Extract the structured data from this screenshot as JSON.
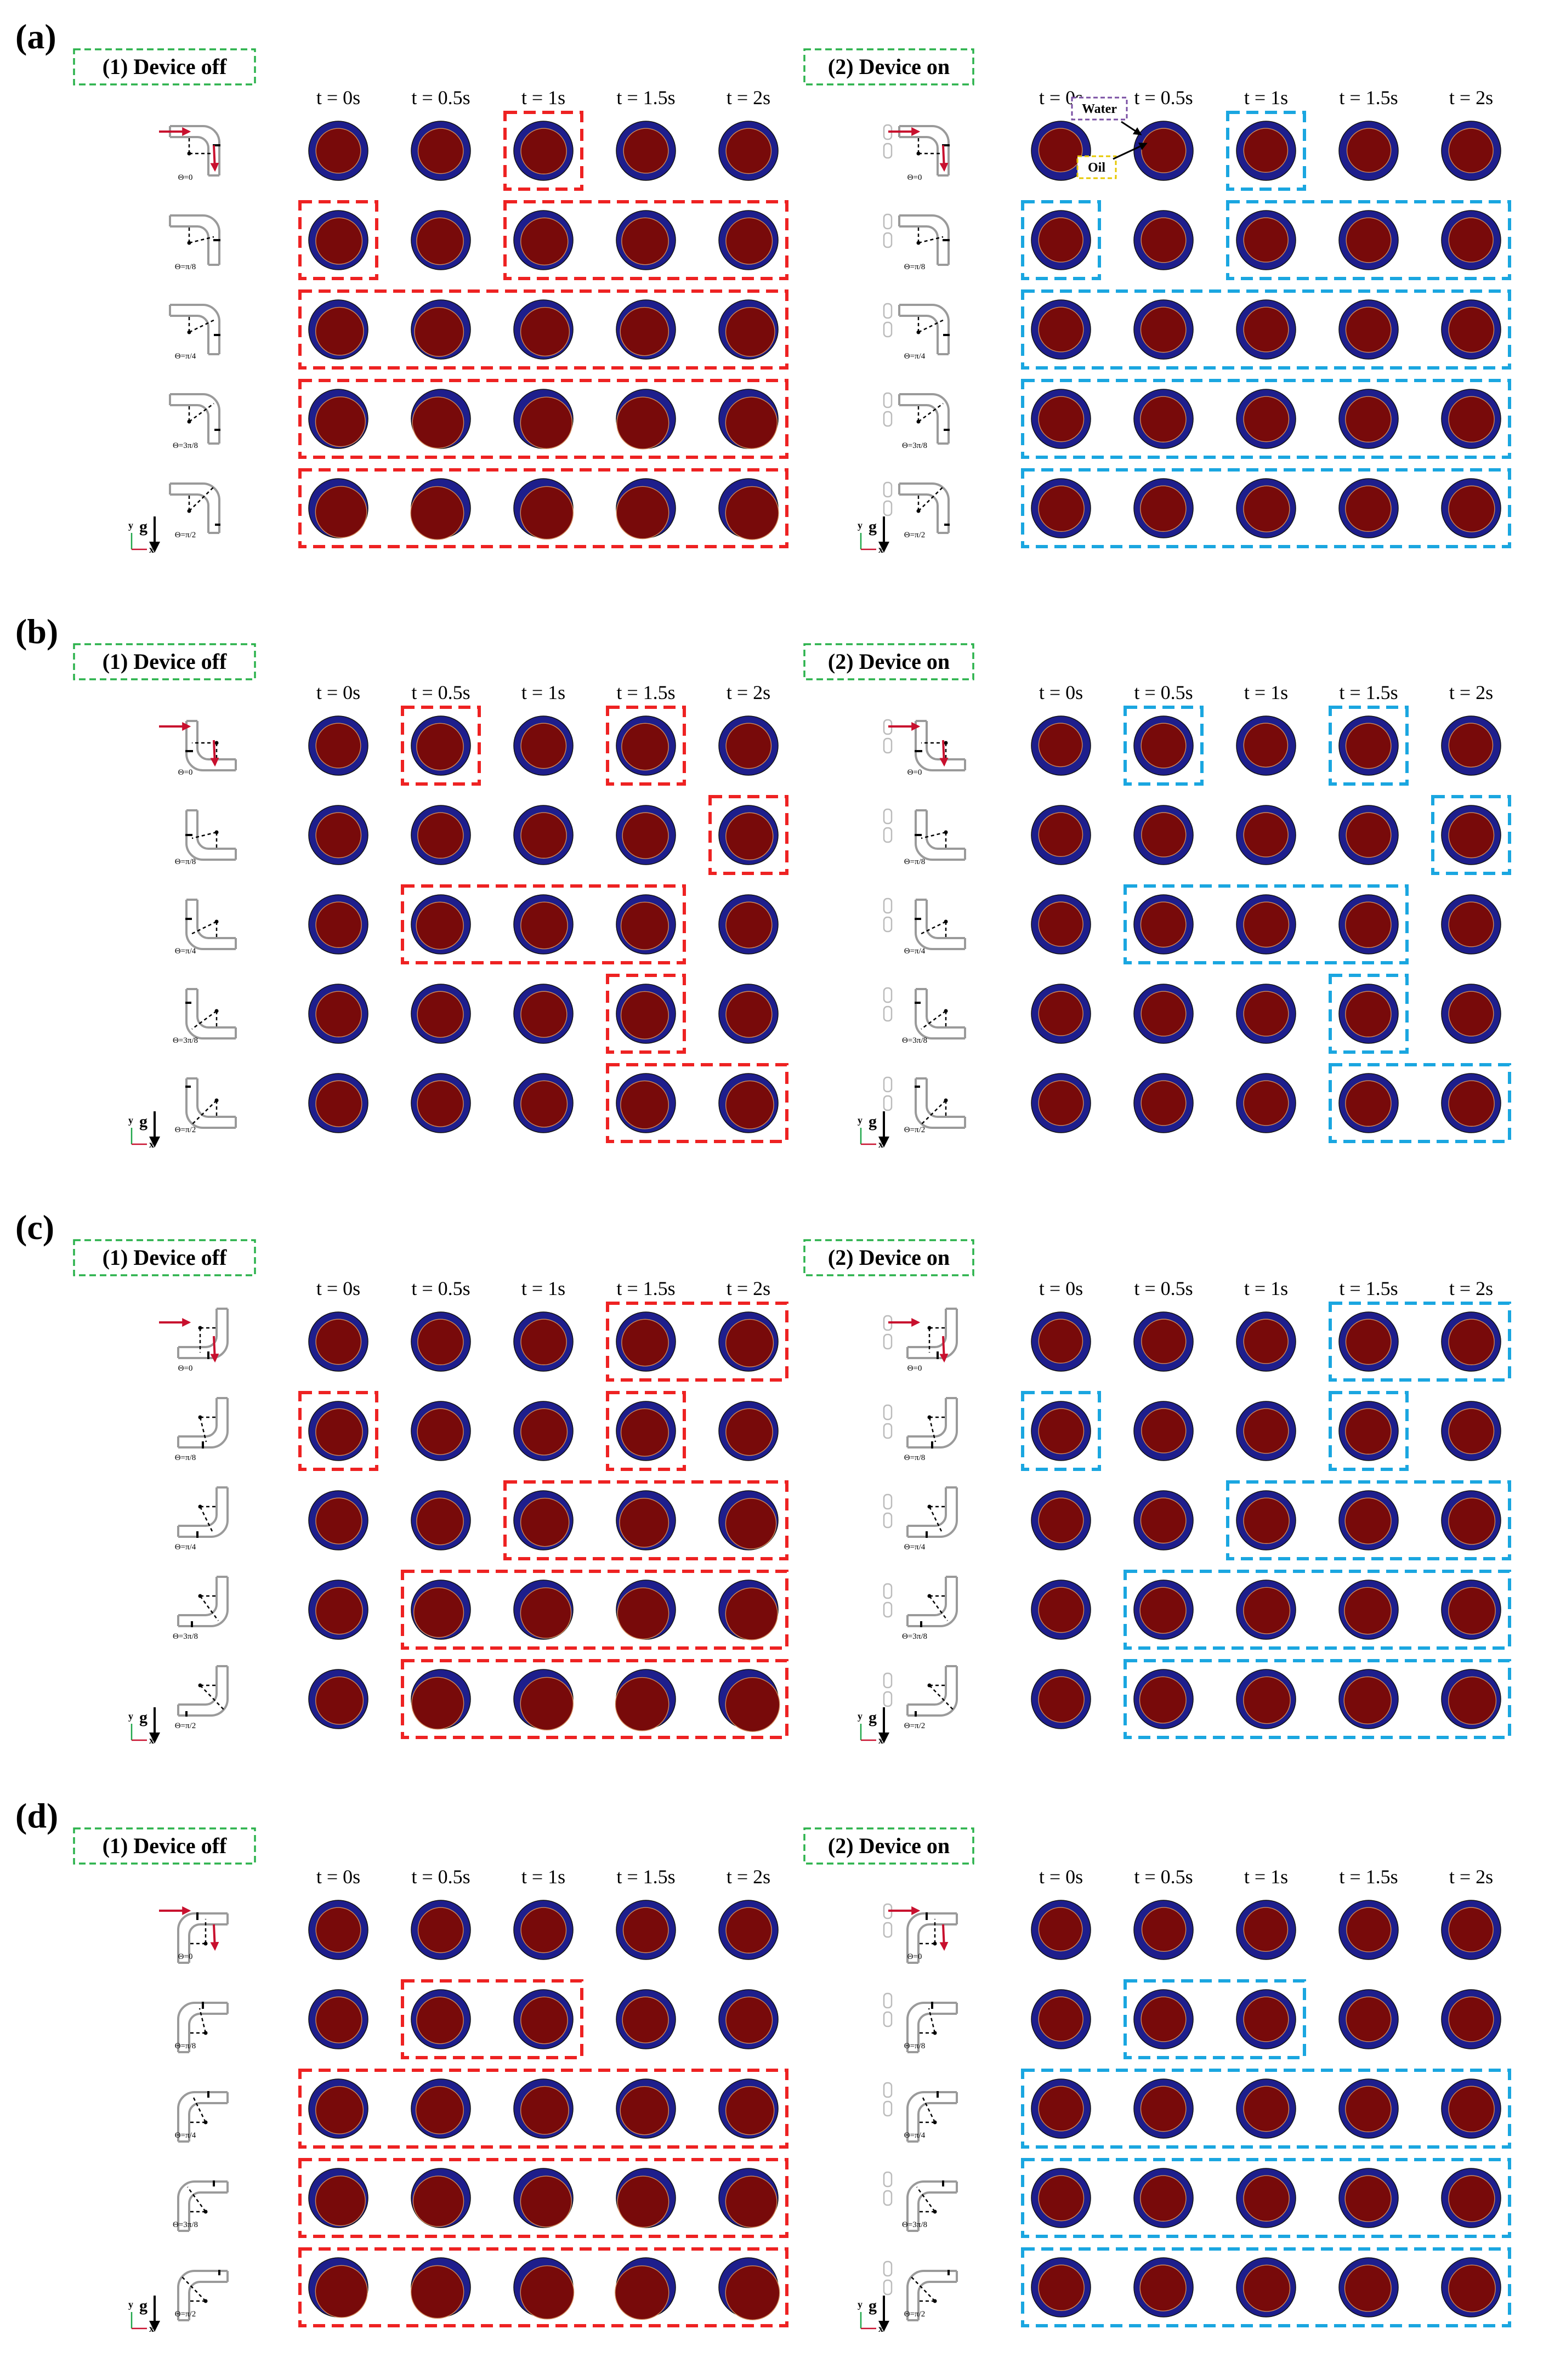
{
  "colors": {
    "water": "#1e1e8c",
    "oil": "#780a0a",
    "interface": "#d08a5a",
    "off_box": "#ee2222",
    "on_box": "#1aa6e0",
    "label_box": "#2bb24c",
    "annotation_water": "#7a4fa3",
    "annotation_oil": "#e6c800",
    "pipe": "#9a9a9a"
  },
  "times": [
    "t = 0s",
    "t = 0.5s",
    "t = 1s",
    "t = 1.5s",
    "t = 2s"
  ],
  "angles": [
    "Θ=0",
    "Θ=π/8",
    "Θ=π/4",
    "Θ=3π/8",
    "Θ=π/2"
  ],
  "axis": {
    "y": "y",
    "x": "x",
    "g": "g"
  },
  "annotations": {
    "water": "Water",
    "oil": "Oil"
  },
  "panels": [
    {
      "letter": "(a)",
      "flow_direction": "down",
      "off": {
        "label": "(1) Device off",
        "phases": [
          [
            0.55,
            0.56,
            0.57,
            0.55,
            0.56
          ],
          [
            0.59,
            0.6,
            0.61,
            0.6,
            0.59
          ],
          [
            0.63,
            0.66,
            0.65,
            0.64,
            0.66
          ],
          [
            0.68,
            0.72,
            0.73,
            0.74,
            0.73
          ],
          [
            0.72,
            0.77,
            0.76,
            0.75,
            0.77
          ]
        ],
        "highlights": [
          [
            0,
            2,
            2
          ],
          [
            1,
            0,
            0
          ],
          [
            1,
            2,
            4
          ],
          [
            2,
            0,
            4
          ],
          [
            3,
            0,
            4
          ],
          [
            4,
            0,
            4
          ]
        ]
      },
      "on": {
        "label": "(2) Device on",
        "phases": [
          [
            0.52,
            0.54,
            0.53,
            0.53,
            0.54
          ],
          [
            0.54,
            0.55,
            0.54,
            0.55,
            0.54
          ],
          [
            0.55,
            0.56,
            0.55,
            0.56,
            0.56
          ],
          [
            0.56,
            0.57,
            0.56,
            0.57,
            0.57
          ],
          [
            0.57,
            0.57,
            0.58,
            0.57,
            0.58
          ]
        ],
        "highlights": [
          [
            0,
            2,
            2
          ],
          [
            1,
            0,
            0
          ],
          [
            1,
            2,
            4
          ],
          [
            2,
            0,
            4
          ],
          [
            3,
            0,
            4
          ],
          [
            4,
            0,
            4
          ]
        ]
      }
    },
    {
      "letter": "(b)",
      "flow_direction": "up",
      "off": {
        "label": "(1) Device off",
        "phases": [
          [
            0.55,
            0.6,
            0.56,
            0.6,
            0.56
          ],
          [
            0.56,
            0.57,
            0.57,
            0.58,
            0.61
          ],
          [
            0.57,
            0.61,
            0.6,
            0.62,
            0.58
          ],
          [
            0.57,
            0.58,
            0.58,
            0.62,
            0.58
          ],
          [
            0.58,
            0.58,
            0.59,
            0.63,
            0.63
          ]
        ],
        "highlights": [
          [
            0,
            1,
            1
          ],
          [
            0,
            3,
            3
          ],
          [
            1,
            4,
            4
          ],
          [
            2,
            1,
            3
          ],
          [
            3,
            3,
            3
          ],
          [
            4,
            3,
            4
          ]
        ]
      },
      "on": {
        "label": "(2) Device on",
        "phases": [
          [
            0.52,
            0.55,
            0.53,
            0.56,
            0.53
          ],
          [
            0.53,
            0.54,
            0.54,
            0.55,
            0.56
          ],
          [
            0.54,
            0.56,
            0.56,
            0.57,
            0.55
          ],
          [
            0.54,
            0.55,
            0.55,
            0.57,
            0.55
          ],
          [
            0.55,
            0.55,
            0.55,
            0.57,
            0.57
          ]
        ],
        "highlights": [
          [
            0,
            1,
            1
          ],
          [
            0,
            3,
            3
          ],
          [
            1,
            4,
            4
          ],
          [
            2,
            1,
            3
          ],
          [
            3,
            3,
            3
          ],
          [
            4,
            3,
            4
          ]
        ]
      }
    },
    {
      "letter": "(c)",
      "flow_direction": "right",
      "off": {
        "label": "(1) Device off",
        "phases": [
          [
            0.56,
            0.57,
            0.57,
            0.6,
            0.62
          ],
          [
            0.6,
            0.58,
            0.59,
            0.62,
            0.6
          ],
          [
            0.58,
            0.6,
            0.64,
            0.66,
            0.7
          ],
          [
            0.6,
            0.68,
            0.7,
            0.72,
            0.74
          ],
          [
            0.62,
            0.74,
            0.76,
            0.78,
            0.8
          ]
        ],
        "highlights": [
          [
            0,
            3,
            4
          ],
          [
            1,
            0,
            0
          ],
          [
            1,
            3,
            3
          ],
          [
            2,
            2,
            4
          ],
          [
            3,
            1,
            4
          ],
          [
            4,
            1,
            4
          ]
        ]
      },
      "on": {
        "label": "(2) Device on",
        "phases": [
          [
            0.53,
            0.54,
            0.54,
            0.56,
            0.57
          ],
          [
            0.56,
            0.54,
            0.55,
            0.57,
            0.56
          ],
          [
            0.55,
            0.56,
            0.57,
            0.58,
            0.59
          ],
          [
            0.56,
            0.58,
            0.59,
            0.6,
            0.6
          ],
          [
            0.57,
            0.59,
            0.6,
            0.61,
            0.62
          ]
        ],
        "highlights": [
          [
            0,
            3,
            4
          ],
          [
            1,
            0,
            0
          ],
          [
            1,
            3,
            3
          ],
          [
            2,
            2,
            4
          ],
          [
            3,
            1,
            4
          ],
          [
            4,
            1,
            4
          ]
        ]
      }
    },
    {
      "letter": "(d)",
      "flow_direction": "left",
      "off": {
        "label": "(1) Device off",
        "phases": [
          [
            0.55,
            0.56,
            0.56,
            0.56,
            0.57
          ],
          [
            0.58,
            0.6,
            0.6,
            0.58,
            0.59
          ],
          [
            0.62,
            0.62,
            0.63,
            0.64,
            0.64
          ],
          [
            0.68,
            0.7,
            0.71,
            0.72,
            0.72
          ],
          [
            0.74,
            0.76,
            0.78,
            0.79,
            0.8
          ]
        ],
        "highlights": [
          [
            1,
            1,
            2
          ],
          [
            2,
            0,
            4
          ],
          [
            3,
            0,
            4
          ],
          [
            4,
            0,
            4
          ]
        ]
      },
      "on": {
        "label": "(2) Device on",
        "phases": [
          [
            0.52,
            0.53,
            0.53,
            0.54,
            0.54
          ],
          [
            0.54,
            0.55,
            0.55,
            0.55,
            0.55
          ],
          [
            0.55,
            0.56,
            0.56,
            0.57,
            0.57
          ],
          [
            0.56,
            0.57,
            0.57,
            0.58,
            0.58
          ],
          [
            0.57,
            0.58,
            0.59,
            0.59,
            0.6
          ]
        ],
        "highlights": [
          [
            1,
            1,
            2
          ],
          [
            2,
            0,
            4
          ],
          [
            3,
            0,
            4
          ],
          [
            4,
            0,
            4
          ]
        ]
      }
    }
  ]
}
